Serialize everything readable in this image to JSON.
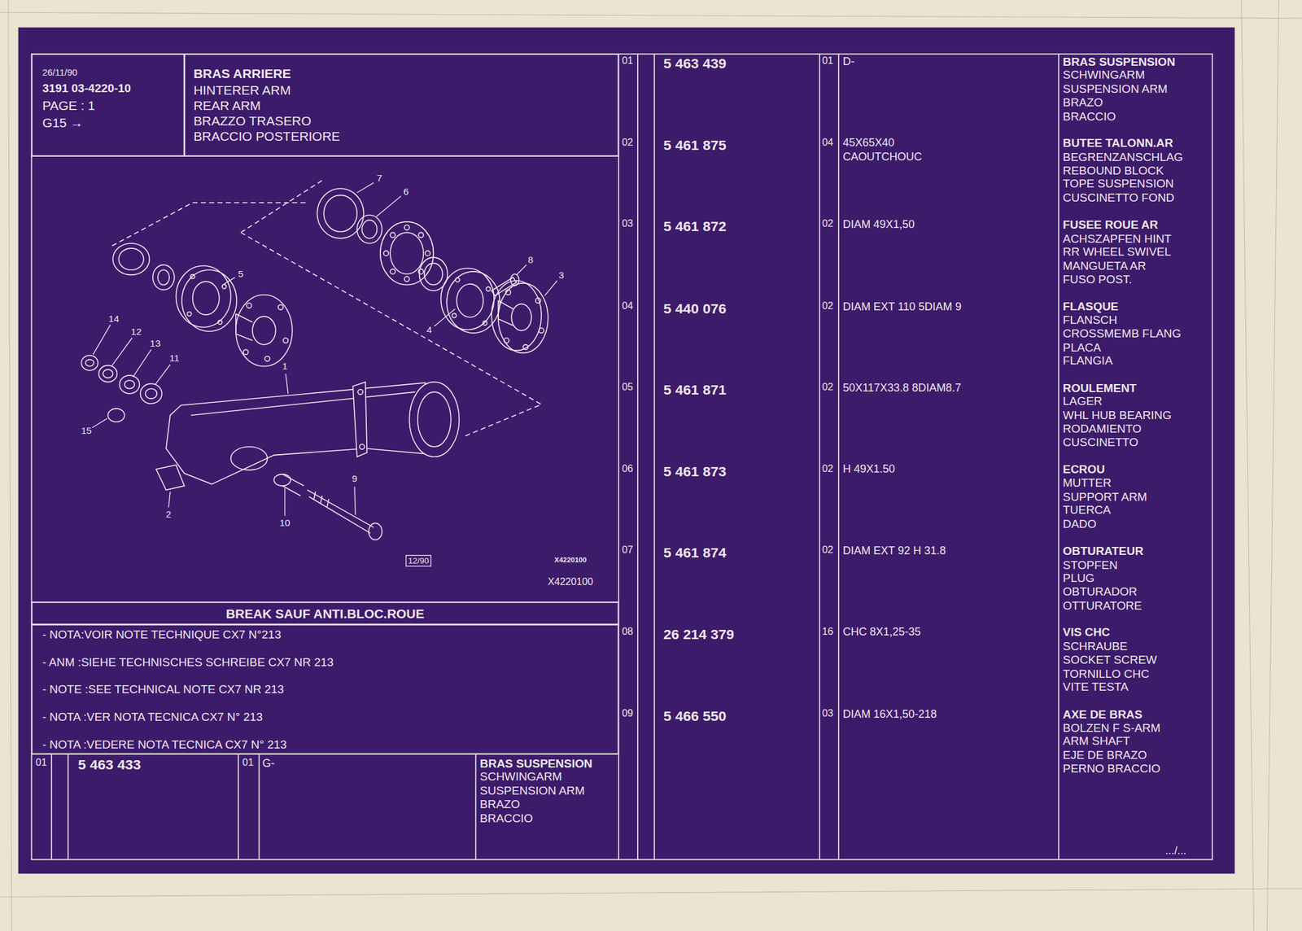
{
  "diagram": {
    "nodes": [
      {
        "text": [
          "26/11/90",
          "3191 03-4220-10",
          "PAGE : 1",
          "G15 →"
        ]
      },
      {
        "text": [
          "BRAS ARRIERE",
          "HINTERER ARM",
          "REAR ARM",
          "BRAZZO TRASERO",
          "BRACCIO POSTERIORE"
        ]
      },
      {
        "text": [
          "BREAK SAUF ANTI.BLOC.ROUE"
        ]
      },
      {
        "text": [
          "- NOTA:VOIR NOTE TECHNIQUE CX7 N°213",
          "- ANM :SIEHE TECHNISCHES SCHREIBE CX7 NR 213",
          "- NOTE :SEE TECHNICAL NOTE CX7 NR 213",
          "- NOTA :VER NOTA TECNICA CX7 N° 213",
          "- NOTA :VEDERE NOTA TECNICA CX7 N° 213"
        ]
      }
    ],
    "labels": [
      "01",
      "5 463 439",
      "01",
      "D-",
      "BRAS SUSPENSION",
      "SCHWINGARM",
      "SUSPENSION ARM",
      "BRAZO",
      "BRACCIO",
      "02",
      "5 461 875",
      "04",
      "45X65X40",
      "CAOUTCHOUC",
      "BUTEE TALONN.AR",
      "BEGRENZANSCHLAG",
      "REBOUND BLOCK",
      "TOPE SUSPENSION",
      "CUSCINETTO FOND",
      "03",
      "5 461 872",
      "02",
      "DIAM 49X1,50",
      "FUSEE ROUE AR",
      "ACHSZAPFEN HINT",
      "RR WHEEL SWIVEL",
      "MANGUETA AR",
      "FUSO POST.",
      "04",
      "5 440 076",
      "02",
      "DIAM EXT 110 5DIAM 9",
      "FLASQUE",
      "FLANSCH",
      "CROSSMEMB FLANG",
      "PLACA",
      "FLANGIA",
      "05",
      "5 461 871",
      "02",
      "50X117X33.8 8DIAM8.7",
      "ROULEMENT",
      "LAGER",
      "WHL HUB BEARING",
      "RODAMIENTO",
      "CUSCINETTO",
      "06",
      "5 461 873",
      "02",
      "H 49X1.50",
      "ECROU",
      "MUTTER",
      "SUPPORT ARM",
      "TUERCA",
      "DADO",
      "07",
      "5 461 874",
      "02",
      "DIAM EXT 92 H 31.8",
      "OBTURATEUR",
      "STOPFEN",
      "PLUG",
      "OBTURADOR",
      "OTTURATORE",
      "08",
      "26 214 379",
      "16",
      "CHC 8X1,25-35",
      "VIS CHC",
      "SCHRAUBE",
      "SOCKET SCREW",
      "TORNILLO CHC",
      "VITE TESTA",
      "09",
      "5 466 550",
      "03",
      "DIAM 16X1,50-218",
      "AXE DE BRAS",
      "BOLZEN F S-ARM",
      "ARM SHAFT",
      "EJE DE BRAZO",
      "PERNO BRACCIO",
      "01",
      "5 463 433",
      "01",
      "G-",
      "BRAS SUSPENSION",
      "SCHWINGARM",
      "SUSPENSION ARM",
      "BRAZO",
      "BRACCIO",
      "7",
      "6",
      "8",
      "3",
      "5",
      "4",
      "14",
      "12",
      "13",
      "11",
      "1",
      "15",
      "9",
      "2",
      "10",
      "12/90",
      "X4220100",
      "X4220100",
      ".../..."
    ]
  }
}
